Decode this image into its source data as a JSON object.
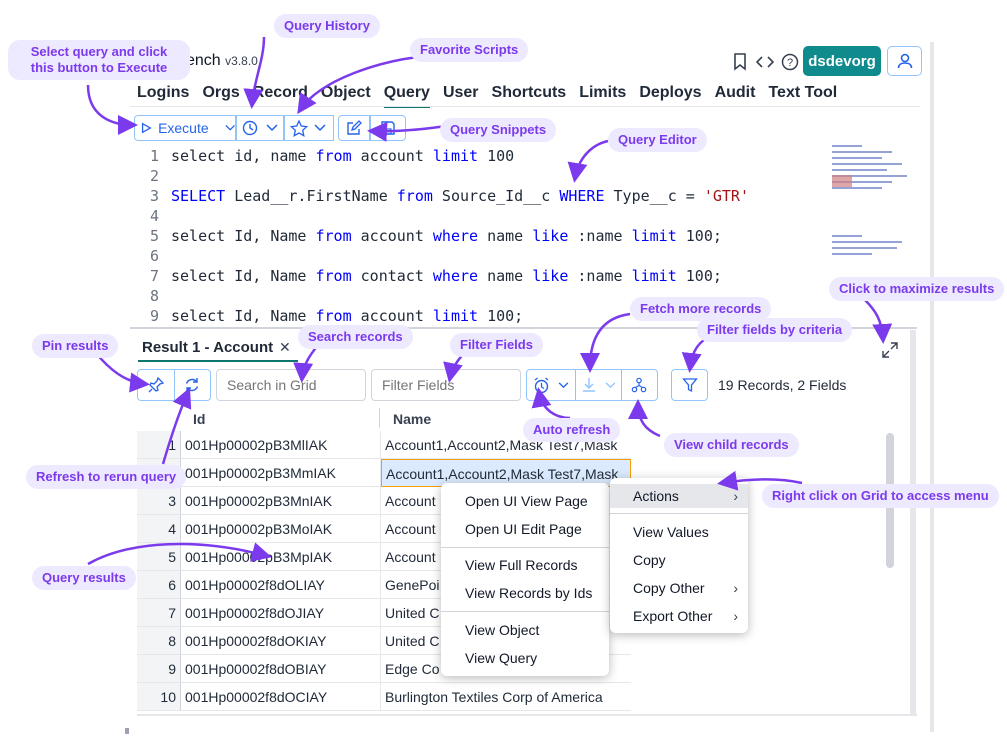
{
  "header": {
    "title": "ench",
    "version": "v3.8.0",
    "org_label": "dsdevorg",
    "icons": [
      "bookmark-icon",
      "code-icon",
      "help-icon",
      "user-icon"
    ]
  },
  "nav": {
    "tabs": [
      "Logins",
      "Orgs",
      "Record",
      "Object",
      "Query",
      "User",
      "Shortcuts",
      "Limits",
      "Deploys",
      "Audit",
      "Text Tool"
    ],
    "active": "Query"
  },
  "toolbar": {
    "execute_label": "Execute"
  },
  "editor": {
    "lines": [
      {
        "n": "1",
        "text": "select id, name from account limit 100"
      },
      {
        "n": "2",
        "text": ""
      },
      {
        "n": "3",
        "text": "SELECT Lead__r.FirstName from Source_Id__c WHERE Type__c = 'GTR'"
      },
      {
        "n": "4",
        "text": ""
      },
      {
        "n": "5",
        "text": "select Id, Name from account where name like :name limit 100;"
      },
      {
        "n": "6",
        "text": ""
      },
      {
        "n": "7",
        "text": "select Id, Name from contact where name like :name limit 100;"
      },
      {
        "n": "8",
        "text": ""
      },
      {
        "n": "9",
        "text": "select Id, Name from account limit 100;"
      }
    ]
  },
  "results": {
    "tab_label": "Result 1 - Account",
    "close_label": "✕",
    "search_placeholder": "Search in Grid",
    "filter_placeholder": "Filter Fields",
    "record_count": "19 Records, 2 Fields",
    "columns": [
      "Id",
      "Name"
    ],
    "rows": [
      {
        "n": "1",
        "id": "001Hp00002pB3MlIAK",
        "name": "Account1,Account2,Mask Test7,Mask"
      },
      {
        "n": "2",
        "id": "001Hp00002pB3MmIAK",
        "name": "Account1,Account2,Mask Test7,Mask"
      },
      {
        "n": "3",
        "id": "001Hp00002pB3MnIAK",
        "name": "Account"
      },
      {
        "n": "4",
        "id": "001Hp00002pB3MoIAK",
        "name": "Account"
      },
      {
        "n": "5",
        "id": "001Hp00002pB3MpIAK",
        "name": "Account"
      },
      {
        "n": "6",
        "id": "001Hp00002f8dOLIAY",
        "name": "GenePoi"
      },
      {
        "n": "7",
        "id": "001Hp00002f8dOJIAY",
        "name": "United C"
      },
      {
        "n": "8",
        "id": "001Hp00002f8dOKIAY",
        "name": "United C"
      },
      {
        "n": "9",
        "id": "001Hp00002f8dOBIAY",
        "name": "Edge Co"
      },
      {
        "n": "10",
        "id": "001Hp00002f8dOCIAY",
        "name": "Burlington Textiles Corp of America"
      }
    ]
  },
  "context_menu": {
    "items": [
      "Open UI View Page",
      "Open UI Edit Page",
      "View Full Records",
      "View Records by Ids",
      "View Object",
      "View Query"
    ]
  },
  "actions_menu": {
    "items": [
      "Actions",
      "View Values",
      "Copy",
      "Copy Other",
      "Export Other"
    ],
    "arrow": "›"
  },
  "annotations": {
    "select_query": "Select query and click this button to Execute",
    "query_history": "Query History",
    "favorite_scripts": "Favorite Scripts",
    "query_snippets": "Query Snippets",
    "query_editor": "Query Editor",
    "maximize": "Click to maximize results",
    "fetch_more": "Fetch more records",
    "filter_criteria": "Filter fields by criteria",
    "pin": "Pin results",
    "search_records": "Search records",
    "filter_fields": "Filter Fields",
    "auto_refresh": "Auto refresh",
    "view_child": "View child records",
    "refresh_rerun": "Refresh to rerun query",
    "right_click": "Right click on Grid to access menu",
    "query_results": "Query results"
  },
  "colors": {
    "accent": "#7c3aed",
    "annotation_bg": "#ede9fe",
    "org_button": "#0f8b8d",
    "toolbar_blue": "#2563eb",
    "keyword": "#0000ff",
    "string": "#a31515"
  }
}
